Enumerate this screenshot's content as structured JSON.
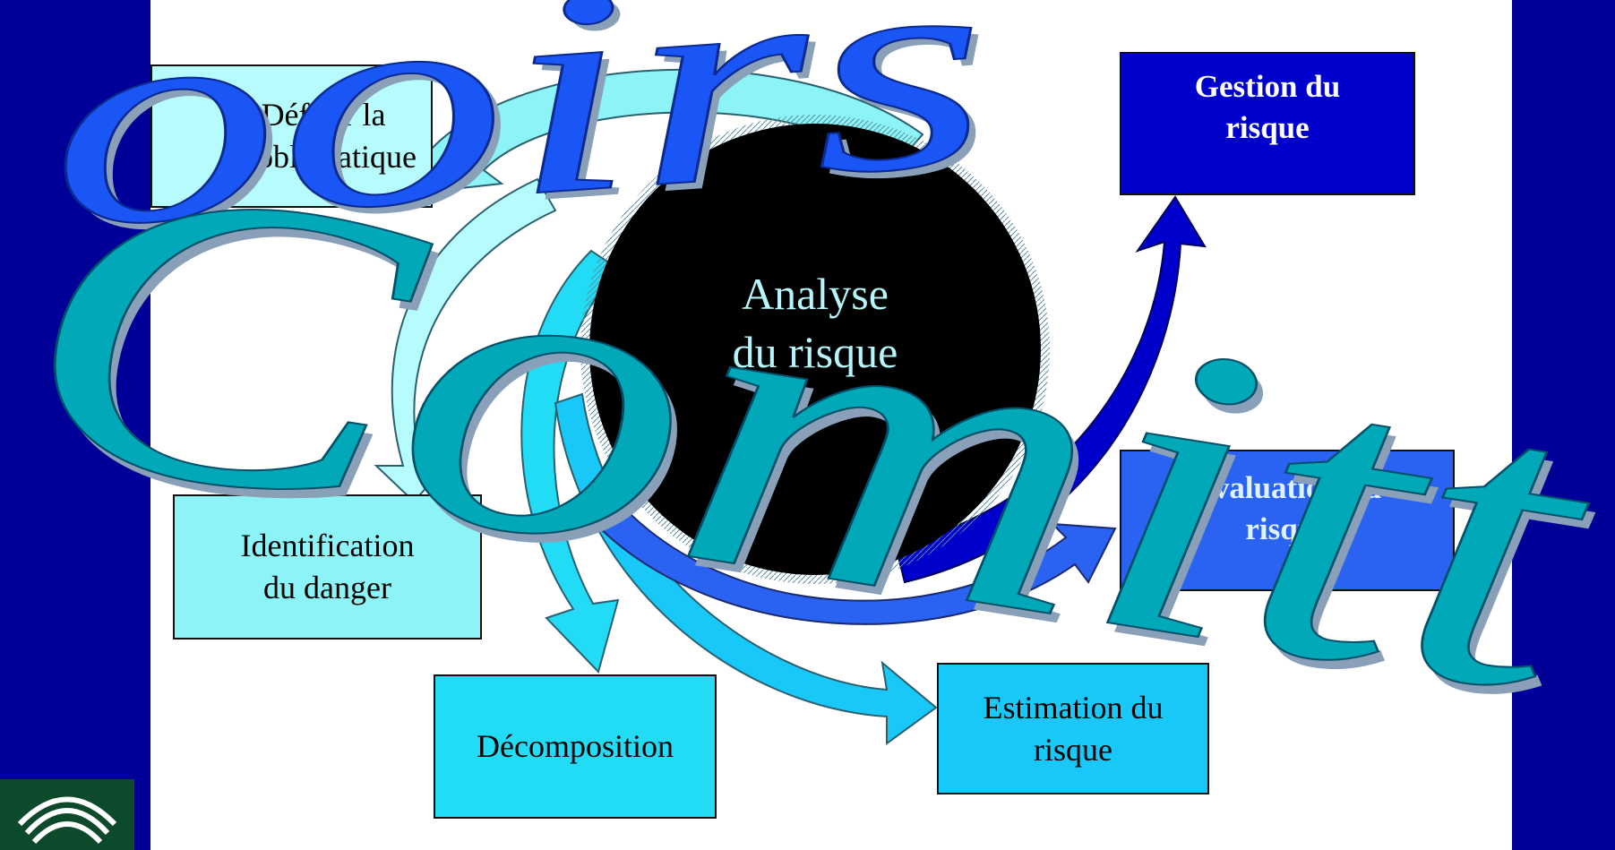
{
  "diagram": {
    "center": "Analyse\ndu risque",
    "steps": {
      "define": "Définir la\nproblématique",
      "management": "Gestion du\nrisque",
      "hazard_identification": "Identification\ndu danger",
      "decomposition": "Décomposition",
      "estimation": "Estimation du\nrisque",
      "evaluation": "Évaluation du\nrisque"
    }
  },
  "wordart": {
    "line1": "ooirs",
    "line2": "Comitt",
    "colors": {
      "blue": "#1a55f5",
      "teal": "#00a8b8",
      "green": "#00c2a0",
      "shadow": "#8aa0b8"
    }
  },
  "logo": {
    "name": "institution-logo"
  },
  "colors": {
    "background": "#000099",
    "canvas": "#ffffff",
    "center_circle": "#000000"
  }
}
